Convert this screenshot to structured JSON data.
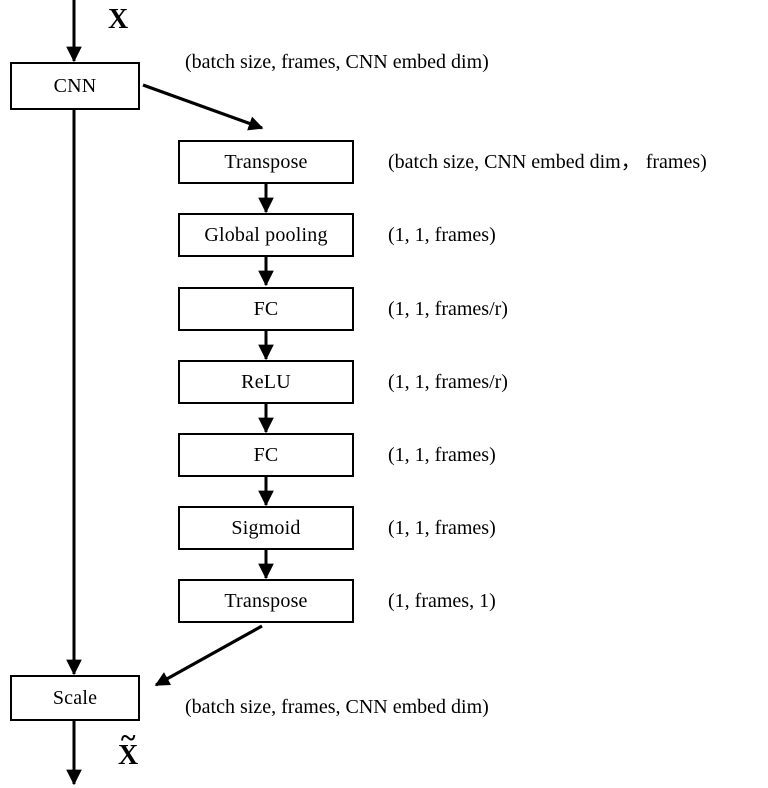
{
  "diagram": {
    "title": "CNN channel-attention (squeeze-and-excitation) block over frames",
    "input_label": "X",
    "output_label": "X",
    "output_tilde": "~",
    "colors": {
      "stroke": "#000000",
      "background": "#ffffff",
      "text": "#000000"
    },
    "main_nodes": [
      {
        "id": "cnn",
        "label": "CNN"
      },
      {
        "id": "scale",
        "label": "Scale"
      }
    ],
    "branch_nodes": [
      {
        "id": "transpose-1",
        "label": "Transpose",
        "shape": "(batch size, CNN embed dim，  frames)"
      },
      {
        "id": "global-pooling",
        "label": "Global pooling",
        "shape": "(1, 1, frames)"
      },
      {
        "id": "fc-1",
        "label": "FC",
        "shape": "(1, 1, frames/r)"
      },
      {
        "id": "relu",
        "label": "ReLU",
        "shape": "(1, 1, frames/r)"
      },
      {
        "id": "fc-2",
        "label": "FC",
        "shape": "(1, 1, frames)"
      },
      {
        "id": "sigmoid",
        "label": "Sigmoid",
        "shape": "(1, 1, frames)"
      },
      {
        "id": "transpose-2",
        "label": "Transpose",
        "shape": "(1, frames, 1)"
      }
    ],
    "edge_labels": {
      "cnn_out": "(batch size, frames, CNN embed dim)",
      "scale_out": "(batch size, frames, CNN embed dim)"
    }
  }
}
